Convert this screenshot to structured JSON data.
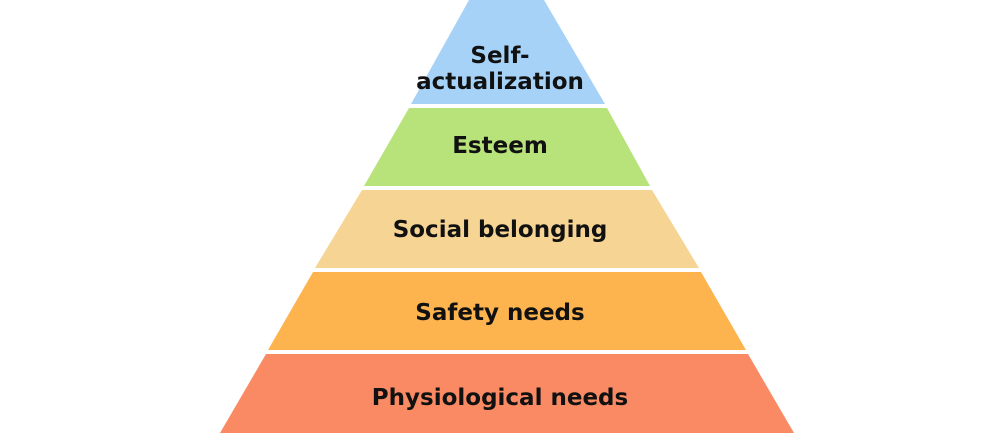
{
  "diagram": {
    "type": "pyramid",
    "tiers": [
      {
        "label": "Self-\nactualization",
        "color": "#a6d2f7"
      },
      {
        "label": "Esteem",
        "color": "#b8e27a"
      },
      {
        "label": "Social belonging",
        "color": "#f6d493"
      },
      {
        "label": "Safety needs",
        "color": "#fdb44f"
      },
      {
        "label": "Physiological needs",
        "color": "#f98a63"
      }
    ]
  }
}
